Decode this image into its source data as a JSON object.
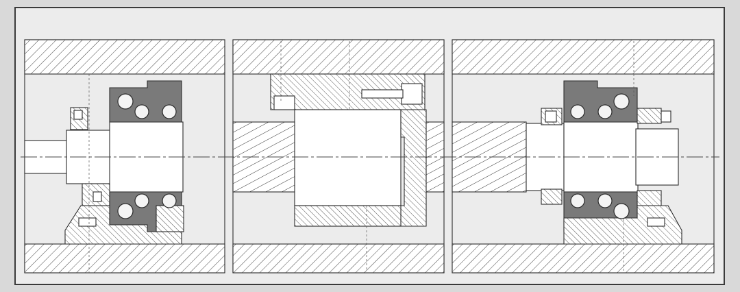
{
  "drawing": {
    "colors": {
      "page_background": "#d9d9d9",
      "frame_fill": "#ececec",
      "frame_stroke": "#3a3a3a",
      "line": "#2b2b2b",
      "centerline": "#444444",
      "bearing_housing_fill": "#7a7a7a",
      "ball_fill": "#f4f4f4",
      "shaft_fill": "#ffffff"
    },
    "panels": [
      {
        "id": "left-support"
      },
      {
        "id": "ballnut-section"
      },
      {
        "id": "right-support"
      }
    ]
  }
}
